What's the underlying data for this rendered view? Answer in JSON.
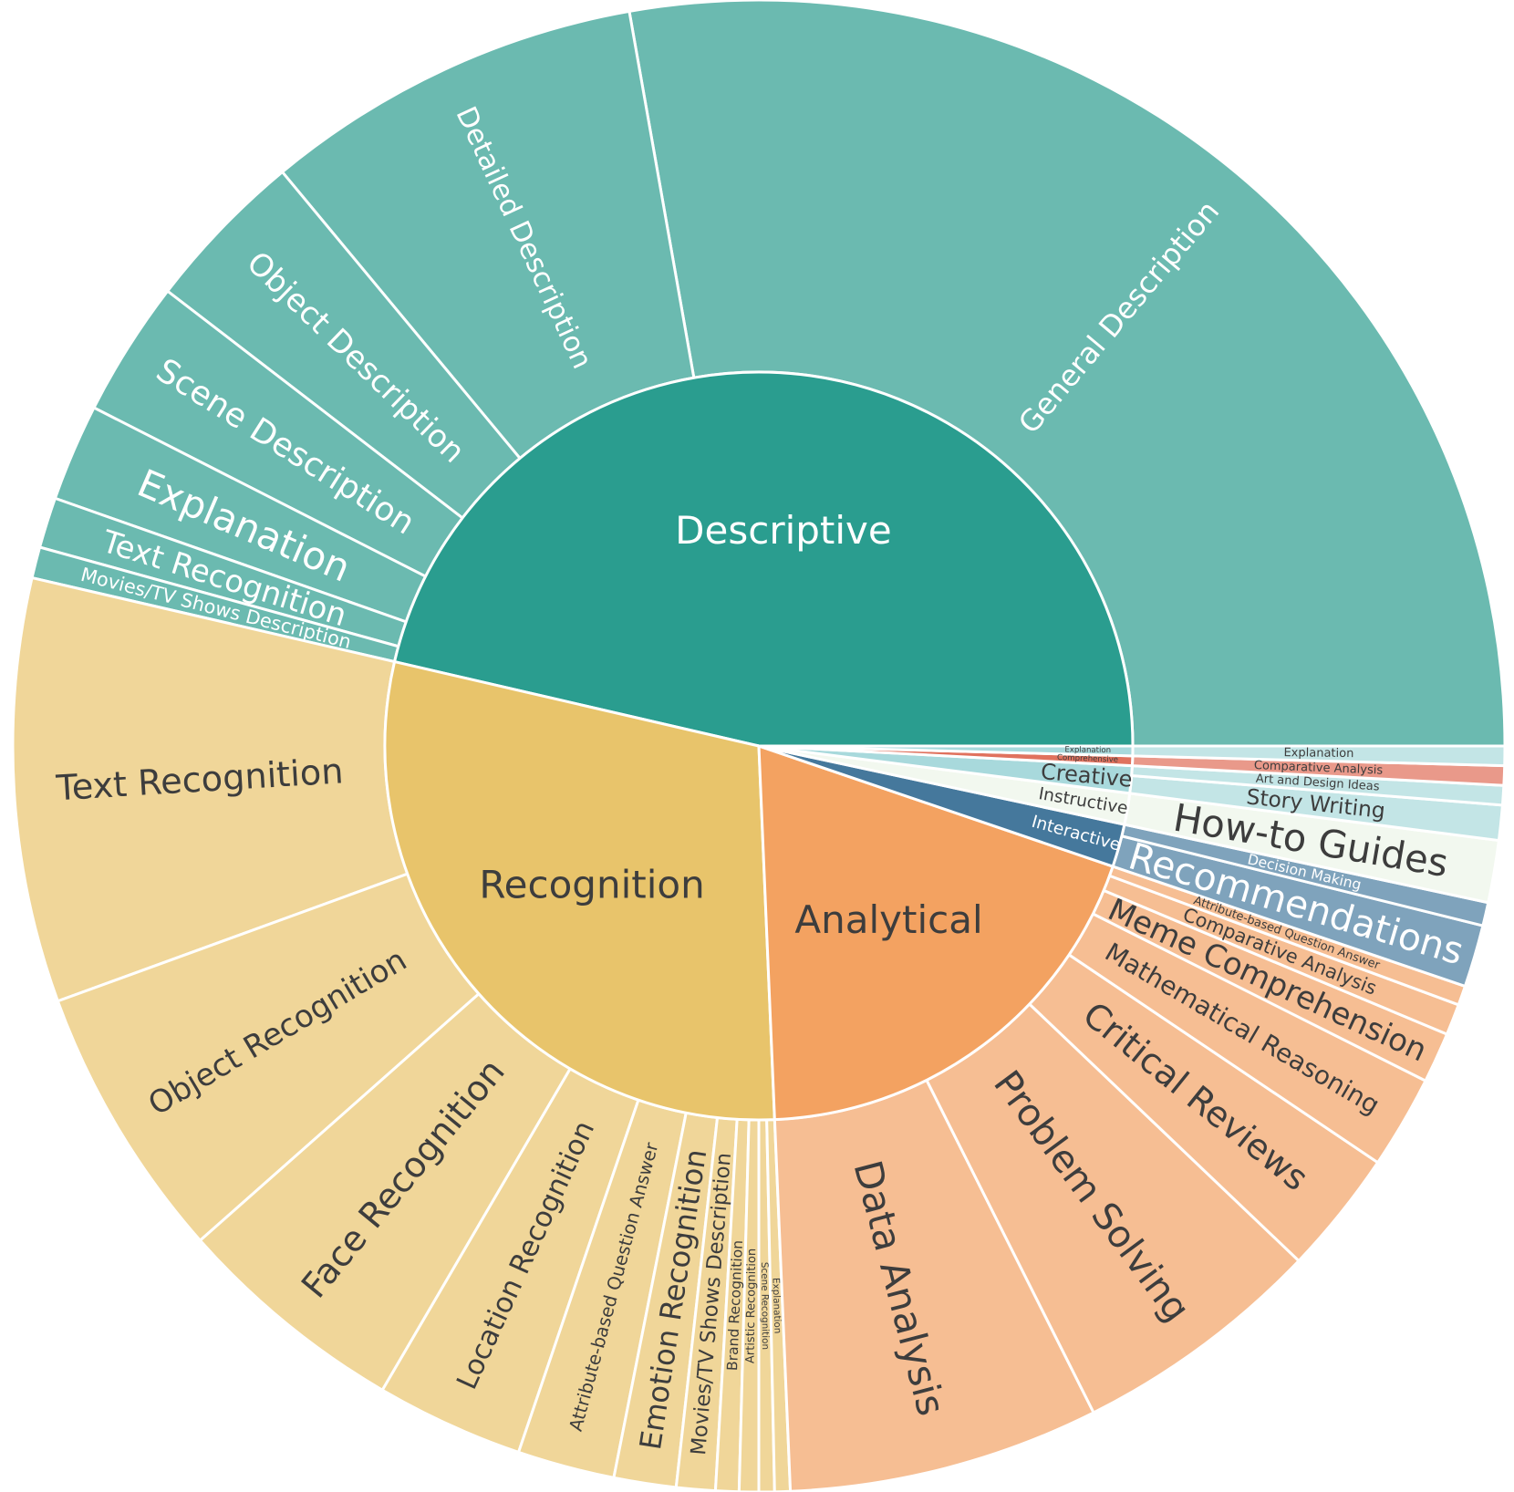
{
  "chart_data": {
    "type": "sunburst",
    "start_angle_deg": 0,
    "direction": "counterclockwise",
    "categories": [
      {
        "name": "Descriptive",
        "color": "#2a9d8f",
        "child_color": "#6bbab0",
        "label_color": "#ffffff",
        "children": [
          {
            "name": "General Description",
            "value": 33.0
          },
          {
            "name": "Detailed Description",
            "value": 9.8
          },
          {
            "name": "Object Description",
            "value": 4.2
          },
          {
            "name": "Scene Description",
            "value": 3.5
          },
          {
            "name": "Explanation",
            "value": 2.5
          },
          {
            "name": "Text Recognition",
            "value": 1.3
          },
          {
            "name": "Movies/TV Shows Description",
            "value": 0.8
          }
        ]
      },
      {
        "name": "Recognition",
        "color": "#e8c46b",
        "child_color": "#f0d699",
        "label_color": "#3d3d3d",
        "children": [
          {
            "name": "Text Recognition",
            "value": 10.9
          },
          {
            "name": "Object Recognition",
            "value": 7.1
          },
          {
            "name": "Face Recognition",
            "value": 6.0
          },
          {
            "name": "Location Recognition",
            "value": 3.8
          },
          {
            "name": "Attribute-based Question Answer",
            "value": 2.5
          },
          {
            "name": "Emotion Recognition",
            "value": 1.6
          },
          {
            "name": "Movies/TV Shows Description",
            "value": 1.0
          },
          {
            "name": "Brand Recognition",
            "value": 0.6
          },
          {
            "name": "Artistic Recognition",
            "value": 0.5
          },
          {
            "name": "Scene Recognition",
            "value": 0.4
          },
          {
            "name": "Explanation",
            "value": 0.4
          }
        ]
      },
      {
        "name": "Analytical",
        "color": "#f3a261",
        "child_color": "#f6be93",
        "label_color": "#3d3d3d",
        "children": [
          {
            "name": "Data Analysis",
            "value": 8.0
          },
          {
            "name": "Problem Solving",
            "value": 6.5
          },
          {
            "name": "Critical Reviews",
            "value": 3.2
          },
          {
            "name": "Mathematical Reasoning",
            "value": 2.4
          },
          {
            "name": "Meme Comprehension",
            "value": 1.3
          },
          {
            "name": "Comparative Analysis",
            "value": 0.8
          },
          {
            "name": "Attribute-based Question Answer",
            "value": 0.5
          }
        ]
      },
      {
        "name": "Interactive",
        "color": "#45789c",
        "child_color": "#7fa3bc",
        "label_color": "#ffffff",
        "children": [
          {
            "name": "Recommendations",
            "value": 1.6
          },
          {
            "name": "Decision Making",
            "value": 0.6
          }
        ]
      },
      {
        "name": "Instructive",
        "color": "#f2f8ef",
        "child_color": "#f2f8ef",
        "label_color": "#3d3d3d",
        "children": [
          {
            "name": "How-to Guides",
            "value": 1.6
          }
        ]
      },
      {
        "name": "Creative",
        "color": "#a8d9dc",
        "child_color": "#c3e5e6",
        "label_color": "#3d3d3d",
        "children": [
          {
            "name": "Story Writing",
            "value": 0.9
          },
          {
            "name": "Art and Design Ideas",
            "value": 0.5
          }
        ]
      },
      {
        "name": "Comprehensive",
        "color": "#e0725e",
        "child_color": "#e9998a",
        "label_color": "#3d3d3d",
        "children": [
          {
            "name": "Comparative Analysis",
            "value": 0.5
          }
        ]
      },
      {
        "name": "Explanation",
        "color": "#a8d9dc",
        "child_color": "#c3e5e6",
        "label_color": "#3d3d3d",
        "children": [
          {
            "name": "Explanation",
            "value": 0.5
          }
        ]
      }
    ]
  }
}
